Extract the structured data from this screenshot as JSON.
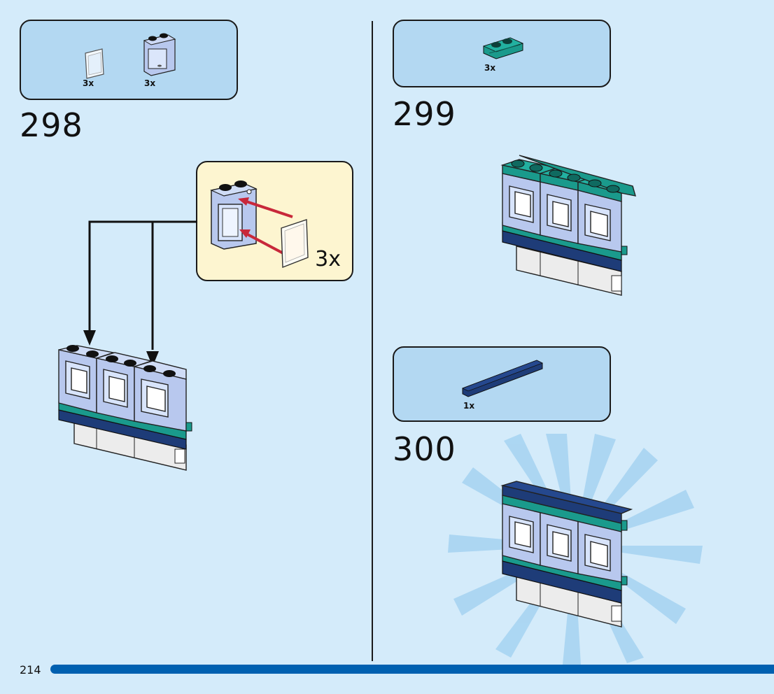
{
  "page": {
    "number": "214",
    "accent_color": "#0060b0",
    "background_color": "#d4ebfa"
  },
  "steps": [
    {
      "number": "298",
      "parts": [
        {
          "name": "window-glass-pane",
          "quantity": "3x",
          "color": "transparent-white"
        },
        {
          "name": "window-frame-1x2x2",
          "quantity": "3x",
          "color": "light-blue"
        }
      ],
      "subassembly": {
        "quantity": "3x",
        "description": "Insert glass pane into window frame"
      }
    },
    {
      "number": "299",
      "parts": [
        {
          "name": "plate-1x2-with-rail",
          "quantity": "3x",
          "color": "teal"
        }
      ]
    },
    {
      "number": "300",
      "parts": [
        {
          "name": "tile-1x6",
          "quantity": "1x",
          "color": "dark-blue"
        }
      ]
    }
  ]
}
